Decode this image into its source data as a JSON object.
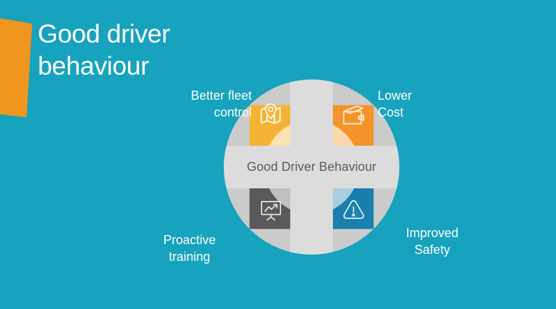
{
  "slide": {
    "background_color": "#17a2bd",
    "accent_color": "#f0961e",
    "title": "Good driver\nbehaviour"
  },
  "wheel": {
    "center_label": "Good Driver Behaviour",
    "center_label_color": "#5a5a5a",
    "ring_color": "#cbcbcb",
    "cross_color": "#dcdcdc",
    "inner_disc_color": "#d9d9d9",
    "segments": [
      {
        "id": "better-fleet-control",
        "label": "Better fleet\ncontrol",
        "icon": "map-pin-icon",
        "color": "#f5b335",
        "position": "top-left"
      },
      {
        "id": "lower-cost",
        "label": "Lower\nCost",
        "icon": "wallet-icon",
        "color": "#f4942a",
        "position": "top-right"
      },
      {
        "id": "improved-safety",
        "label": "Improved\nSafety",
        "icon": "warning-triangle-icon",
        "color": "#1b7fae",
        "position": "bottom-right"
      },
      {
        "id": "proactive-training",
        "label": "Proactive\ntraining",
        "icon": "presentation-chart-icon",
        "color": "#595959",
        "position": "bottom-left"
      }
    ]
  }
}
